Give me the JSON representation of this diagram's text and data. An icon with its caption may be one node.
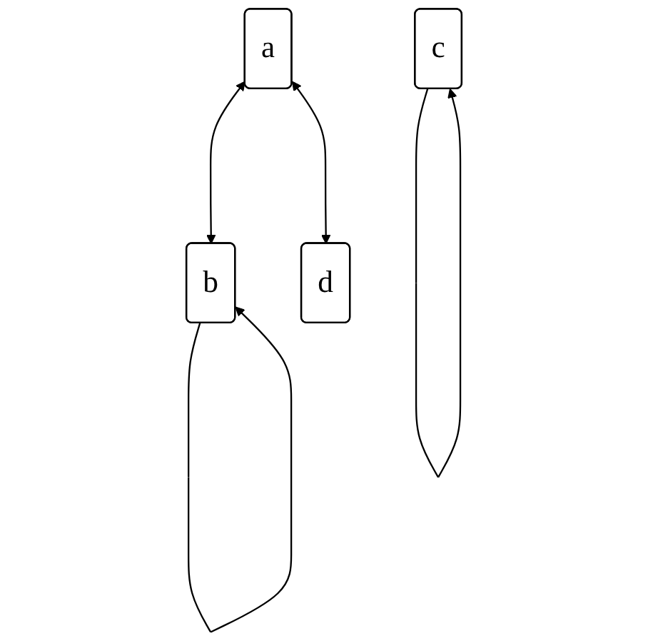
{
  "diagram": {
    "nodes": [
      {
        "text": [
          "a"
        ]
      },
      {
        "text": [
          "c"
        ]
      },
      {
        "text": [
          "b"
        ]
      },
      {
        "text": [
          "d"
        ]
      }
    ],
    "edges": [
      {
        "from": 0,
        "to": 2,
        "arrow": "both"
      },
      {
        "from": 0,
        "to": 3,
        "arrow": "both"
      },
      {
        "from": 2,
        "to": 2,
        "arrow": "to"
      },
      {
        "from": 1,
        "to": 1,
        "arrow": "to"
      }
    ]
  }
}
